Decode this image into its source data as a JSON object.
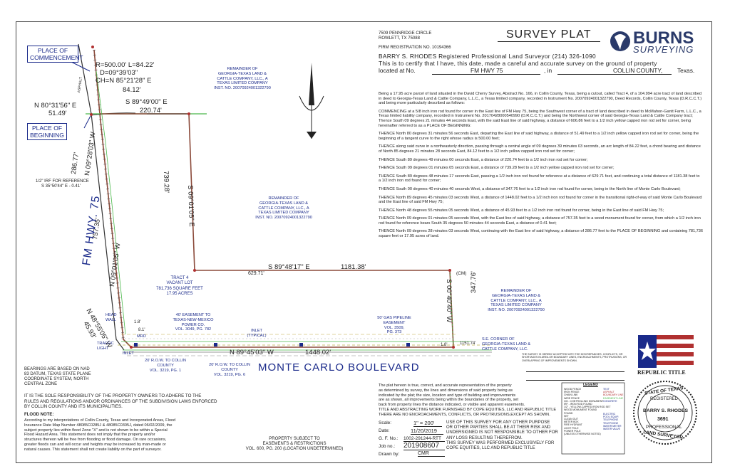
{
  "title": "SURVEY PLAT",
  "company": {
    "address1": "7509 PENNRIDGE CIRCLE",
    "address2": "ROWLETT, TX 75088",
    "firm_reg": "FIRM REGISTRATION NO. 10194366",
    "logo_top": "BURNS",
    "logo_bottom": "SURVEYING"
  },
  "cert": {
    "line1": "BARRY S. RHODES Registered Professional Land Surveyor (214) 326-1090",
    "line2": "This is to certify that I have, this date, made a careful and accurate survey on the ground of property",
    "line3a": "located at No.",
    "location": "FM HWY 75",
    "line3b": ", in",
    "county": "COLLIN COUNTY,",
    "state": "Texas."
  },
  "description": [
    "Being a 17.95 acre parcel of land situated in the David Cherry Survey, Abstract No. 166, in Collin County, Texas, being a cutout, called Tract 4, of a 104.994 acre tract of land described in deed to Georgia-Texas Land & Cattle Company, L.L.C., a Texas limited company, recorded in Instrument No. 20070924001322790, Deed Records, Collin County, Texas (D.R.C.C.T.) and being more particularly described as follows:",
    "COMMENCING at a 5/8 inch iron rod found for corner in the East line of FM Hwy 75, being the Southwest corner of a tract of land described in deed to McMahon-Gantt Farm, L.L.C., a Texas limited liability company, recorded in Instrument No. 20170428000540990 (D.R.C.C.T.) and being the Northwest corner of said Georgia-Texas Land & Cattle Company tract; Thence South 09 degrees 21 minutes 44 seconds East, with the said East line of said highway, a distance of 606.86 feet to a 1/2 inch yellow capped iron rod set for corner, being hereinafter referred to as a PLACE OF BEGINNING:",
    "THENCE North 80 degrees 31 minutes 56 seconds East, departing the East line of said highway, a distance of 51.49 feet to a 1/2 inch yellow capped iron rod set for corner, being the beginning of a tangent curve to the right whose radius is 500.00 feet;",
    "THENCE along said curve in a northeasterly direction, passing through a central angle of 09 degrees 39 minutes 03 seconds, an arc length of 84.22 feet, a chord bearing and distance of North 85 degrees 21 minutes 28 seconds East, 84.12 feet to a 1/2 inch yellow capped iron rod set for corner;",
    "THENCE South 89 degrees 49 minutes 00 seconds East, a distance of 220.74 feet to a 1/2 inch iron rod set for corner;",
    "THENCE South 09 degrees 01 minutes 05 seconds East, a distance of 739.28 feet to a 1/2 inch yellow capped iron rod set for corner;",
    "THENCE South 89 degrees 48 minutes 17 seconds East, passing a 1/2 inch iron rod found for reference at a distance of 629.71 feet, and continuing a total distance of 1181.38 feet to a 1/2 inch iron rod found for corner;",
    "THENCE South 00 degrees 40 minutes 40 seconds West, a distance of 347.76 feet to a 1/2 inch iron rod found for corner, being in the North line of Monte Carlo Boulevard;",
    "THENCE North 89 degrees 45 minutes 03 seconds West, a distance of 1448.02 feet to a 1/2 inch iron rod found for corner in the transitional right-of-way of said Monte Carlo Boulevard and the East line of said FM Hwy 75;",
    "THENCE North 48 degrees 55 minutes 05 seconds West, a distance of 45.93 feet to a 1/2 inch iron rod found for corner, being in the East line of said FM Hwy 75;",
    "THENCE North 09 degrees 01 minutes 05 seconds West, with the East line of said highway, a distance of 757.35 feet to a wood monument found for corner, from which a 1/2 inch iron rod found for reference bears South 35 degrees 50 minutes 44 seconds East, a distance of 0.41 feet;",
    "THENCE North 09 degrees 28 minutes 03 seconds West, continuing with the East line of said highway, a distance of 286.77 feet to the PLACE OF BEGINNING and containing 781,736 square feet or 17.95 acres of land."
  ],
  "plat": {
    "commencement": "PLACE OF COMMENCEMENT",
    "beginning": "PLACE OF BEGINNING",
    "curve": [
      "R=500.00'  L=84.22'",
      "D=09°39'03\"",
      "CH=N 85°21'28\" E"
    ],
    "chord_dist": "84.12'",
    "b1": "N 80°31'56\" E",
    "b1d": "51.49'",
    "b2": "S 89°49'00\" E",
    "b2d": "220.74'",
    "b3": "S 09°01'05\" E",
    "b3d": "739.28'",
    "b4": "S 89°48'17\" E",
    "b4d": "1181.38'",
    "b4r": "629.71'",
    "b5": "S 00°40'40\" W",
    "b5d": "347.76'",
    "b6": "N 89°45'03\" W",
    "b6d": "1448.02'",
    "b7": "N 48°55'05\" W",
    "b7d": "45.93'",
    "b8": "N 09°01'05\" W",
    "b8d": "757.35'",
    "b9": "N 09°28'03\" W",
    "b9d": "286.77'",
    "irf_ref": "1/2\" IRF FOR REFERENCE",
    "irf_ref2": "S 35°50'44\" E - 0.41'",
    "hwy": "FM HWY. 75",
    "asphalt": "ASPHALT",
    "road": "MONTE CARLO BOULEVARD",
    "remainder_top": [
      "REMAINDER OF",
      "GEORGIA-TEXAS LAND &",
      "CATTLE COMPANY, LLC., A",
      "TEXAS LIMITED COMPANY",
      "INST. NO. 20070924001322790"
    ],
    "remainder_mid": [
      "REMAINDER OF",
      "GEORGIA-TEXAS LAND &",
      "CATTLE COMPANY, LLC., A",
      "TEXAS LIMITED COMPANY",
      "INST. NO. 20070924001322790"
    ],
    "remainder_right": [
      "REMAINDER OF",
      "GEORGIA-TEXAS LAND &",
      "CATTLE COMPANY, LLC., A",
      "TEXAS LIMITED COMPANY",
      "INST. NO. 20070924001322790"
    ],
    "tract": [
      "TRACT 4",
      "VACANT LOT",
      "781,736 SQUARE FEET",
      "17.95 ACRES"
    ],
    "easement40": [
      "40' EASEMENT TO",
      "TEXAS-NEW-MEXICO",
      "POWER CO.",
      "VOL. 3049, PG. 782"
    ],
    "gas": [
      "50' GAS PIPELINE",
      "EASEMENT",
      "VOL. 3509,",
      "PG. 373"
    ],
    "inlet_typ": [
      "INLET",
      "(TYPICAL)"
    ],
    "row_left": [
      "20' R.O.W. TO COLLIN",
      "COUNTY",
      "VOL. 3219, PG. 1"
    ],
    "row_mid": [
      "20' R.O.W. TO COLLIN",
      "COUNTY",
      "VOL. 3219, PG. 6"
    ],
    "se_corner": [
      "S.E. CORNER OF",
      "GEORGIA-TEXAS LAND &",
      "CATTLE COMPANY, LLC."
    ],
    "se_dist": "1151.74'",
    "head_wall": [
      "HEAD",
      "WALL"
    ],
    "traffic_light": [
      "TRAFFIC",
      "LIGHT"
    ],
    "inlet": "INLET",
    "mrd": "MRD",
    "d18": "1.8'",
    "d81": "8.1'",
    "d18b": "1.8'",
    "cm": "(CM)",
    "subject": [
      "PROPERTY SUBJECT TO",
      "EASEMENTS & RESTRICTIONS",
      "VOL. 600, PG. 200 (LOCATION UNDETERMINED)"
    ]
  },
  "bearings_note": [
    "BEARINGS ARE BASED ON NAD",
    "83 DATUM, TEXAS STATE PLANE",
    "COORDINATE SYSTEM, NORTH",
    "CENTRAL ZONE"
  ],
  "responsibility": [
    "IT IS THE SOLE RESPONSIBILITY OF THE PROPERTY OWNERS TO ADHERE TO THE",
    "RULES AND REGULATIONS AND/OR ORDINANCES OF THE SUBDIVISION LAWS ENFORCED",
    "BY COLLIN COUNTY AND ITS MUNICIPALITIES."
  ],
  "flood_title": "FLOOD NOTE:",
  "flood": [
    "According to my interpretations of Collin County, Texas and Incorporated Areas, Flood",
    "Insurance Rate Map Number 48085C0285J & 48085C0305J, dated 06/02/2009, the",
    "subject property lies within flood Zone \"X\" and is not shown to be within a Special",
    "Flood Hazard Area. This statement does not imply that the property and/or",
    "structures thereon will be free from flooding or flood damage. On rare occasions,",
    "greater floods can and will occur and heights may be increased by man-made or",
    "natural causes. This statement shall not create liability on the part of surveyor."
  ],
  "plat_note": [
    "The plat hereon is true, correct, and accurate representation of the property",
    "as determined by survey, the lines and dimensions of said property being as",
    "indicated by the plat; the size, location and type of building and improvements",
    "are as shown, all improvements being within the boundaries of the property, set",
    "back from property lines the distance indicated, or visible and apparent easements.",
    "TITLE AND ABSTRACTING WORK FURNISHED BY COPE EQUITIES, LLC AND REPUBLIC TITLE",
    "THERE ARE NO ENCROACHMENTS, CONFLICTS, OR PROTRUSIONS,EXCEPT AS SHOWN."
  ],
  "job": {
    "scale_label": "Scale:",
    "scale": "1\" = 200'",
    "date_label": "Date:",
    "date": "11/20/2019",
    "gf_label": "G. F. No.:",
    "gf": "1002-291244-RTT",
    "job_label": "Job no.:",
    "job": "201908607",
    "drawn_label": "Drawn by:",
    "drawn": "CMR"
  },
  "use_note": [
    "USE OF THIS SURVEY FOR ANY OTHER PURPOSE",
    "OR OTHER PARTIES SHALL BE AT THEIR RISK AND",
    "UNDERSIGNED IS NOT RESPONSIBLE TO OTHER FOR",
    "ANY LOSS RESULTING THEREFROM.",
    "THIS SURVEY WAS PERFORMED EXCLUSIVELY FOR",
    "COPE EQUITIES, LLC AND REPUBLIC TITLE"
  ],
  "accept_note": [
    "THE SURVEY IS HEREBY ACCEPTED WITH THE DISCREPANCIES, CONFLICTS, OR",
    "SHORTAGES IN AREA OR BOUNDARY LINES, ENCROACHMENTS, PROTRUSIONS, OR",
    "OVERLAPPING OF IMPROVEMENTS SHOWN."
  ],
  "republic": "REPUBLIC TITLE",
  "seal": {
    "top": "STATE OF TEXAS",
    "reg": "REGISTERED",
    "name": "BARRY S. RHODES",
    "num": "3691",
    "prof": "PROFESSIONAL",
    "bottom": "LAND SURVEYOR"
  },
  "legend_title": "LEGEND",
  "legend_left": [
    "WOOD FENCE",
    "IRON FENCE",
    "CHAIN LINK",
    "WIRE FENCE",
    "CM - CONTROLLING MONUMENT",
    "IRF - IRON ROD FOUND",
    "1/2\" - YELLOW-CAPPED IRON ROD SET",
    "WOOD MONUMENT FOUND",
    "FOUND",
    "SET",
    "CLEAN OUT",
    "METER BOX",
    "FIRE HYDRANT",
    "LIGHT POLE",
    "POWER POLE",
    "(UNLESS OTHERWISE NOTED)"
  ],
  "legend_right": [
    "TEXT",
    "ASPHALT",
    "BOUNDARY LINE",
    "EASEMENT LINE",
    "CONCRETE",
    "ELECTRIC",
    "POOL EQUIP.",
    "TELEPHONE",
    "TELEPHONE",
    "WATER METER",
    "WATER VALVE"
  ],
  "colors": {
    "blue": "#1a2a8a",
    "green": "#4ab84a",
    "red": "#b03030",
    "brown": "#8b4a3a"
  }
}
